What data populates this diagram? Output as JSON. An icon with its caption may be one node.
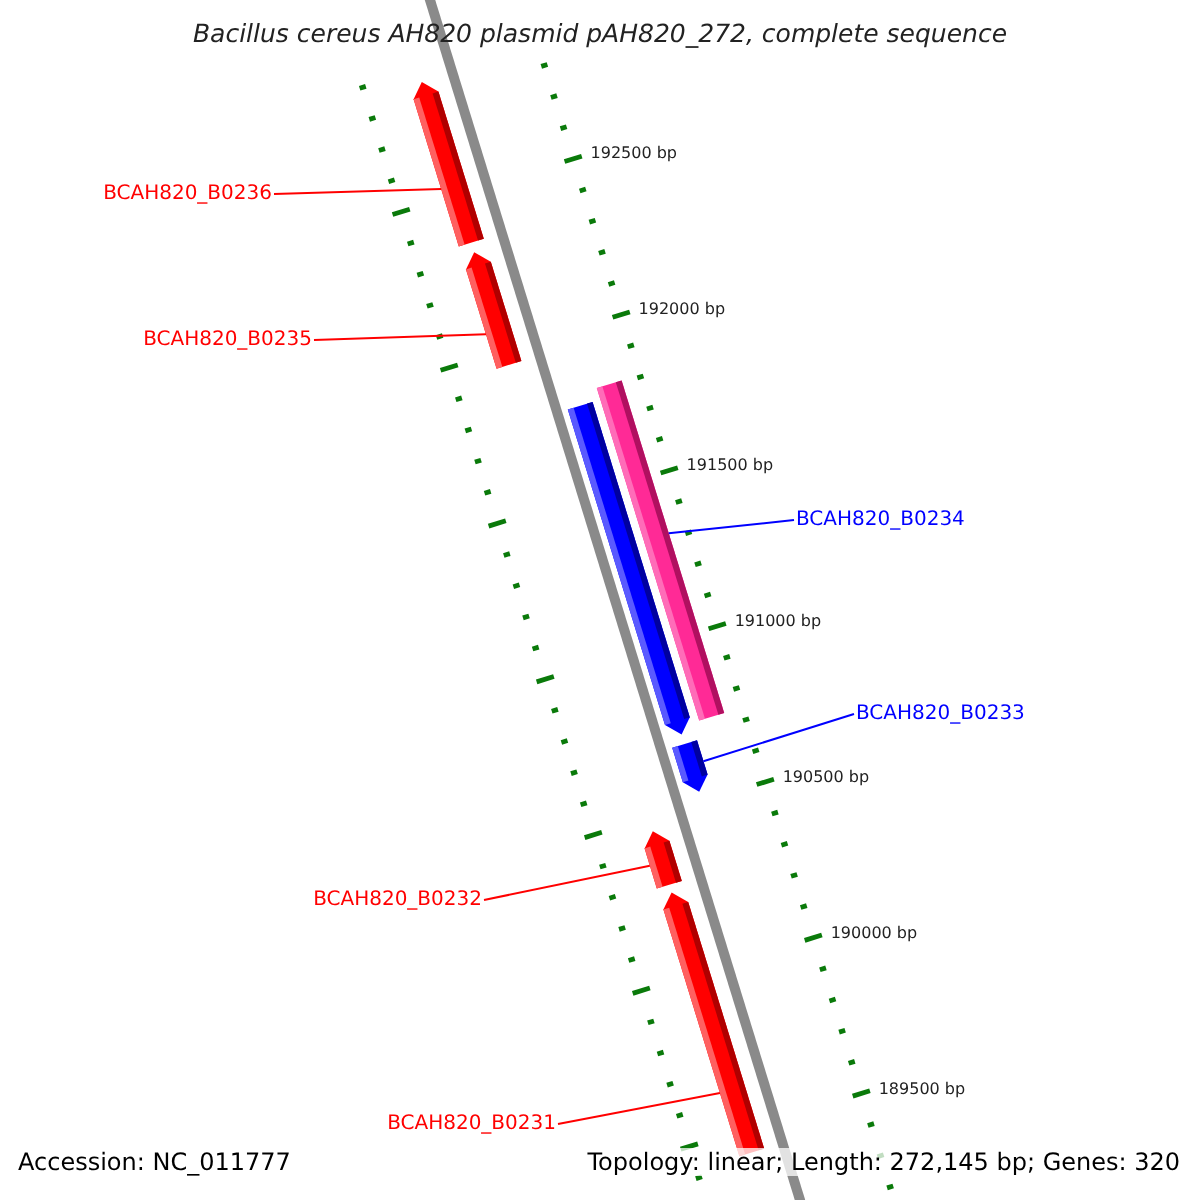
{
  "diagram": {
    "title": "Bacillus cereus AH820 plasmid pAH820_272, complete sequence",
    "nodes": [
      {
        "text": [
          "BCAH820_B0236"
        ]
      },
      {
        "text": [],
        "shape": "pentagon"
      },
      {
        "text": [
          "BCAH820_B0235"
        ]
      },
      {
        "text": [],
        "shape": "pentagon"
      },
      {
        "text": [],
        "shape": "pentagon"
      },
      {
        "text": [],
        "shape": "bar"
      },
      {
        "text": [
          "BCAH820_B0234"
        ]
      },
      {
        "text": [],
        "shape": "pentagon"
      },
      {
        "text": [
          "BCAH820_B0233"
        ]
      },
      {
        "text": [],
        "shape": "pentagon"
      },
      {
        "text": [
          "BCAH820_B0232"
        ]
      },
      {
        "text": [],
        "shape": "pentagon"
      },
      {
        "text": [
          "BCAH820_B0231"
        ]
      }
    ],
    "edges": [
      {
        "from": 0,
        "to": 1,
        "arrow": "none"
      },
      {
        "from": 2,
        "to": 3,
        "arrow": "none"
      },
      {
        "from": 6,
        "to": 5,
        "arrow": "none",
        "color": "#0000ff"
      },
      {
        "from": 8,
        "to": 7,
        "arrow": "none",
        "color": "#0000ff"
      },
      {
        "from": 10,
        "to": 9,
        "arrow": "none"
      },
      {
        "from": 12,
        "to": 11,
        "arrow": "none"
      }
    ],
    "labels": [
      "192500 bp",
      "192000 bp",
      "191500 bp",
      "191000 bp",
      "190500 bp",
      "190000 bp",
      "189500 bp",
      "Accession: NC_011777",
      "Topology: linear; Length: 272,145 bp; Genes: 320"
    ]
  }
}
